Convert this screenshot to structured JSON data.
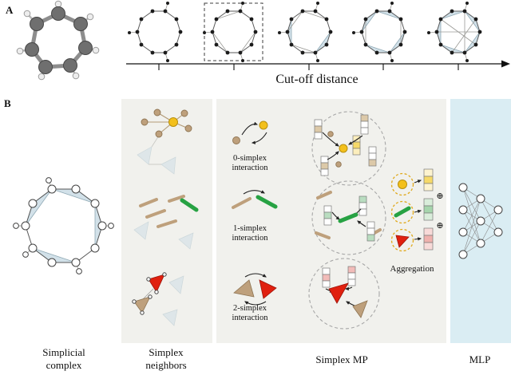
{
  "panel_a": {
    "label": "A",
    "axis_label": "Cut-off distance"
  },
  "panel_b": {
    "label": "B"
  },
  "mp": {
    "i0_l1": "0-simplex",
    "i0_l2": "interaction",
    "i1_l1": "1-simplex",
    "i1_l2": "interaction",
    "i2_l1": "2-simplex",
    "i2_l2": "interaction",
    "aggregation": "Aggregation",
    "oplus": "⊕"
  },
  "footer": {
    "simplicial_l1": "Simplicial",
    "simplicial_l2": "complex",
    "neighbors_l1": "Simplex",
    "neighbors_l2": "neighbors",
    "simplex_mp": "Simplex MP",
    "mlp": "MLP"
  },
  "colors": {
    "highlight_yellow": "#f3c01c",
    "highlight_green": "#27a243",
    "highlight_red": "#e0200f",
    "tan": "#bea07c",
    "simplex_blue": "#ccdde6",
    "panel_gray": "#f1f1ed",
    "panel_blue": "#daedf3"
  }
}
